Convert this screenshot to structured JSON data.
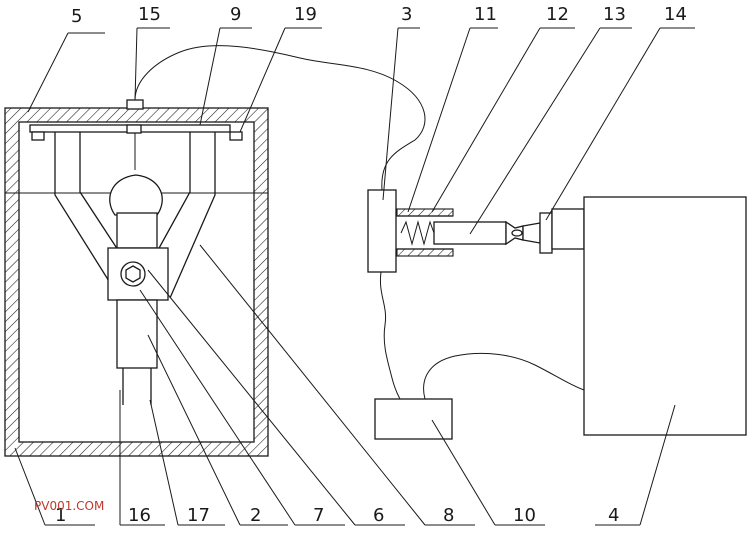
{
  "labels": {
    "l1": "1",
    "l2": "2",
    "l3": "3",
    "l4": "4",
    "l5": "5",
    "l6": "6",
    "l7": "7",
    "l8": "8",
    "l9": "9",
    "l10": "10",
    "l11": "11",
    "l12": "12",
    "l13": "13",
    "l14": "14",
    "l15": "15",
    "l16": "16",
    "l17": "17",
    "l19": "19"
  },
  "watermark": "PV001.COM"
}
